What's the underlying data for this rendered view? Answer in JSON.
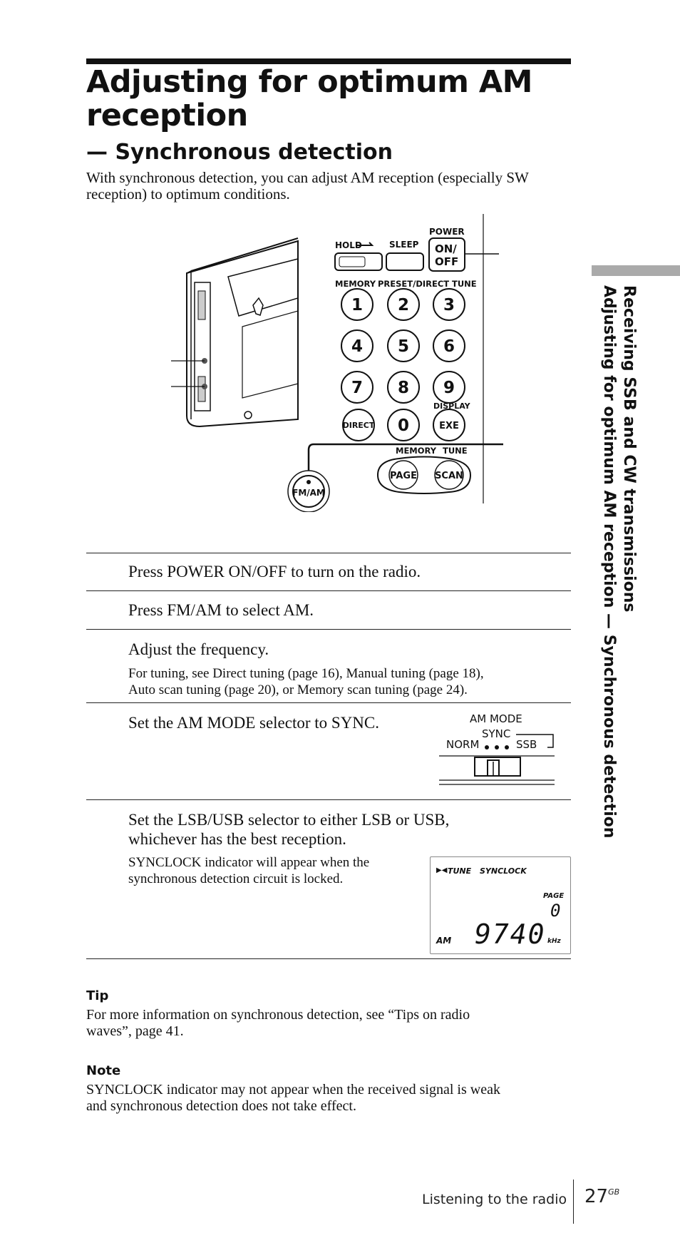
{
  "page": {
    "title": "Adjusting for optimum AM reception",
    "subtitle": "— Synchronous detection",
    "intro": "With synchronous detection, you can adjust AM reception (especially SW reception) to optimum conditions."
  },
  "figure_radio": {
    "hold": "HOLD",
    "sleep": "SLEEP",
    "power": "POWER",
    "on": "ON/",
    "off": "OFF",
    "memory": "MEMORY",
    "preset_direct": "PRESET/DIRECT",
    "tune": "TUNE",
    "keys": [
      "1",
      "2",
      "3",
      "4",
      "5",
      "6",
      "7",
      "8",
      "9"
    ],
    "direct": "DIRECT",
    "zero": "0",
    "display": "DISPLAY",
    "exe": "EXE",
    "memory2": "MEMORY",
    "tune2": "TUNE",
    "page": "PAGE",
    "scan": "SCAN",
    "fmam": "FM/AM"
  },
  "steps": [
    {
      "main": "Press POWER ON/OFF to turn on the radio."
    },
    {
      "main": "Press FM/AM to select AM."
    },
    {
      "main": "Adjust the frequency.",
      "sub": [
        "For tuning, see Direct tuning (page 16), Manual tuning (page 18),",
        "Auto scan tuning (page 20), or Memory scan tuning (page 24)."
      ]
    },
    {
      "main": "Set the AM MODE selector to SYNC."
    },
    {
      "main": [
        "Set the LSB/USB selector to either LSB or USB,",
        "whichever has the best reception."
      ],
      "sub": [
        "SYNCLOCK indicator will appear when the",
        "synchronous detection circuit is locked."
      ]
    }
  ],
  "figure_ammode": {
    "label": "AM MODE",
    "sync": "SYNC",
    "norm": "NORM",
    "ssb": "SSB"
  },
  "display": {
    "tune": "TUNE",
    "synclock": "SYNCLOCK",
    "page_label": "PAGE",
    "page_value": "0",
    "band": "AM",
    "frequency": "9740",
    "unit": "kHz"
  },
  "tip": {
    "heading": "Tip",
    "lines": [
      "For more information on synchronous detection, see “Tips on radio",
      "waves”, page 41."
    ]
  },
  "note": {
    "heading": "Note",
    "lines": [
      "SYNCLOCK indicator may not appear when the received signal is weak",
      "and synchronous detection does not take effect."
    ]
  },
  "side_header": {
    "line1": "Receiving SSB and CW transmissions",
    "line2": "Adjusting for optimum AM reception — Synchronous detection"
  },
  "footer": {
    "section": "Listening to the radio",
    "page_number": "27",
    "suffix": "GB"
  }
}
